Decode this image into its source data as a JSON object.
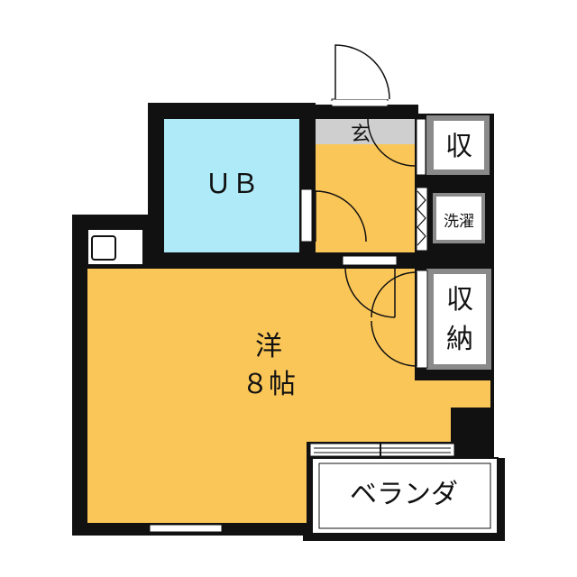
{
  "floorplan": {
    "rooms": {
      "unit_bath": {
        "label": "ＵＢ",
        "color": "#aeeaf8"
      },
      "western_room": {
        "label_line1": "洋",
        "label_line2": "８帖",
        "color": "#fbc658"
      },
      "entrance": {
        "label": "玄",
        "color": "#fbc658"
      },
      "storage_top": {
        "label": "収"
      },
      "laundry": {
        "label": "洗濯"
      },
      "closet": {
        "label_line1": "収",
        "label_line2": "納"
      },
      "balcony": {
        "label": "ベランダ"
      }
    },
    "colors": {
      "wall": "#111111",
      "floor": "#fbc658",
      "bath": "#aeeaf8",
      "storage_frame": "#8a8a8a",
      "storage_fill": "#ffffff",
      "entrance_tile": "#cfcfcf"
    }
  }
}
